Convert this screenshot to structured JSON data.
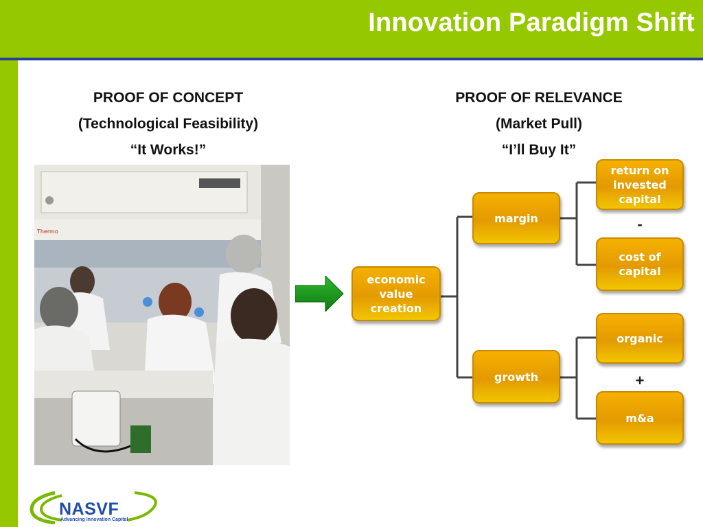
{
  "slide": {
    "title": "Innovation Paradigm Shift",
    "colors": {
      "title_bar": "#96c800",
      "accent_rule": "#2b3d9c",
      "box": "#f0a800",
      "arrow": "#1e9a1e"
    }
  },
  "left_panel": {
    "heading_line1": "PROOF OF CONCEPT",
    "heading_line2": "(Technological Feasibility)",
    "heading_line3": "“It Works!”",
    "photo": "lab-researchers-at-fume-hood-photo"
  },
  "right_panel": {
    "heading_line1": "PROOF OF RELEVANCE",
    "heading_line2": "(Market Pull)",
    "heading_line3": "“I’ll Buy It”"
  },
  "tree": {
    "root": "economic value creation",
    "margin": "margin",
    "growth": "growth",
    "roic": "return on invested capital",
    "cost_of_capital": "cost of capital",
    "organic": "organic",
    "ma": "m&a",
    "minus_op": "-",
    "plus_op": "+"
  },
  "logo": {
    "name": "NASVF",
    "tagline": "Advancing Innovation Capital"
  }
}
